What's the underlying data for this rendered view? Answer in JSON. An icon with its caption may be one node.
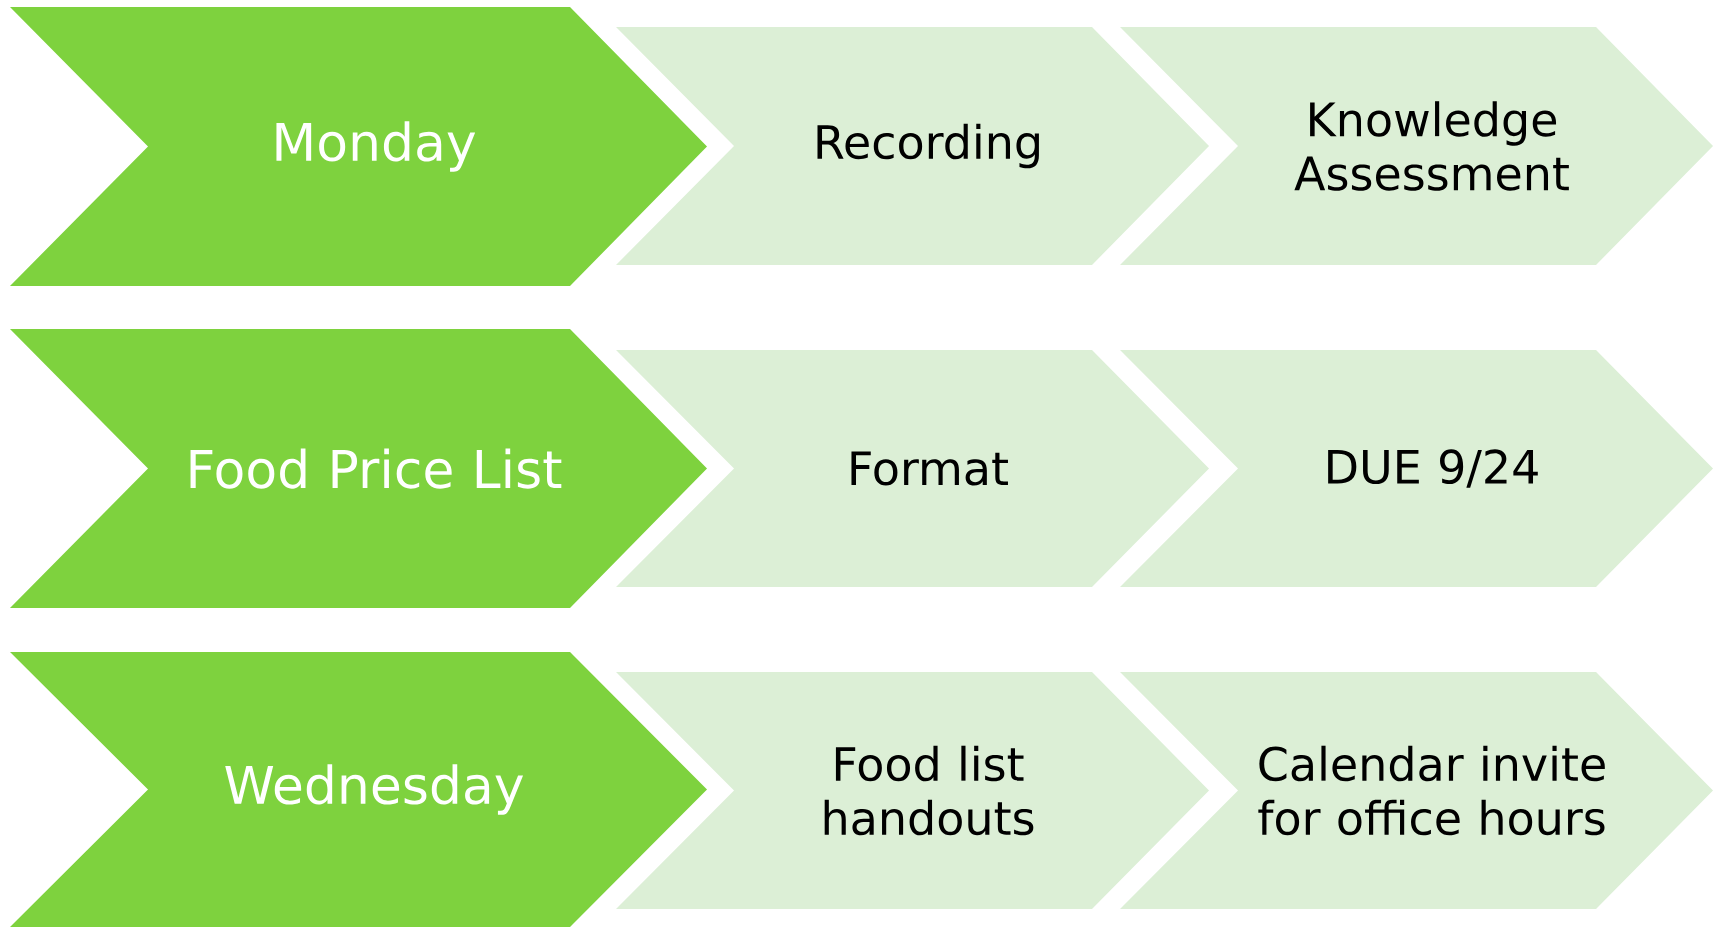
{
  "diagram": {
    "nodes": [
      {
        "text": [
          "Monday"
        ]
      },
      {
        "text": [
          "Recording"
        ]
      },
      {
        "text": [
          "Knowledge Assessment"
        ]
      },
      {
        "text": [
          "Food Price List"
        ]
      },
      {
        "text": [
          "Format"
        ]
      },
      {
        "text": [
          "DUE 9/24"
        ]
      },
      {
        "text": [
          "Wednesday"
        ]
      },
      {
        "text": [
          "Food list handouts"
        ]
      },
      {
        "text": [
          "Calendar invite for office hours"
        ]
      }
    ]
  }
}
